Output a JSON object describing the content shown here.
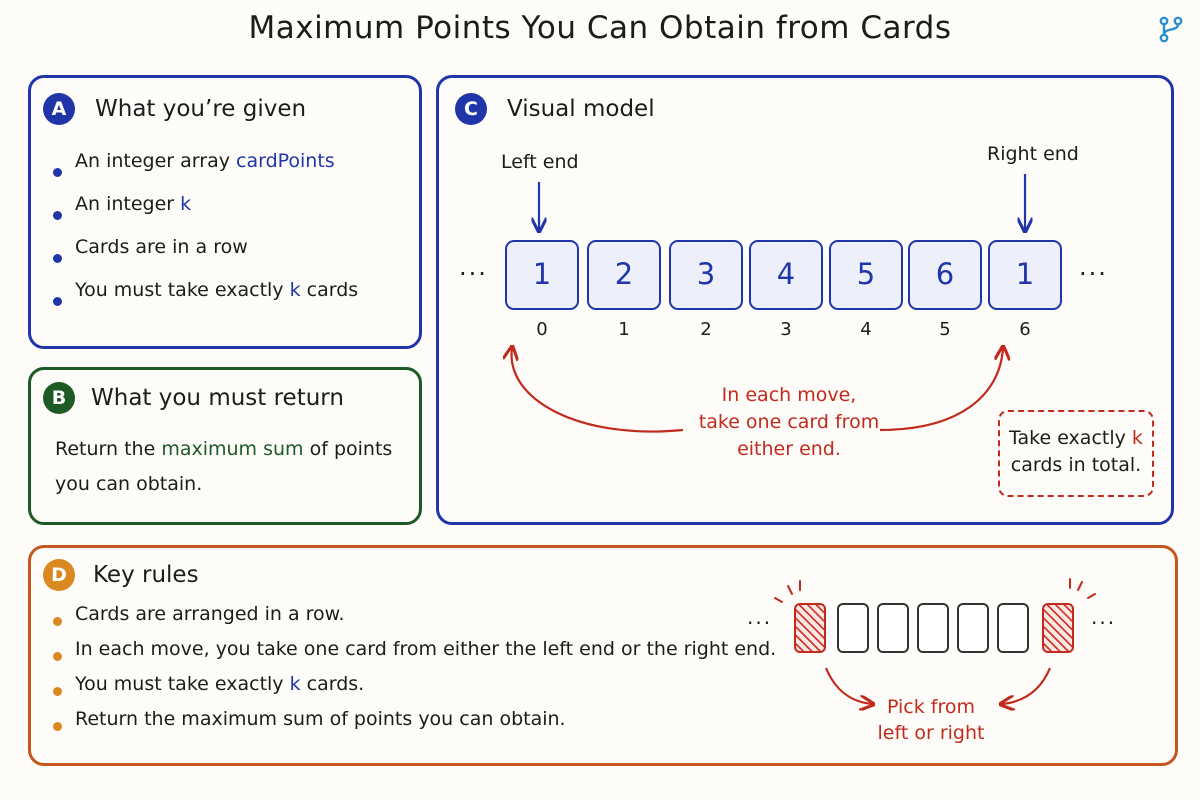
{
  "title": "Maximum Points You Can Obtain from Cards",
  "colors": {
    "blue": "#1f35a8",
    "green": "#1d5a26",
    "red": "#c12a1c",
    "orange": "#c4571d",
    "badge_orange": "#d9891f"
  },
  "panel_a": {
    "badge": "A",
    "title": "What you’re given",
    "items": [
      {
        "pre": "An integer array ",
        "em": "cardPoints",
        "post": ""
      },
      {
        "pre": "An integer ",
        "em": "k",
        "post": ""
      },
      {
        "pre": "Cards are in a row",
        "em": "",
        "post": ""
      },
      {
        "pre": "You must take exactly ",
        "em": "k",
        "post": " cards"
      }
    ]
  },
  "panel_b": {
    "badge": "B",
    "title": "What you must return",
    "text_pre": "Return the ",
    "text_em": "maximum sum",
    "text_post": " of points you can obtain."
  },
  "panel_c": {
    "badge": "C",
    "title": "Visual model",
    "left_label": "Left end",
    "right_label": "Right end",
    "ellipsis": "···",
    "cards": [
      "1",
      "2",
      "3",
      "4",
      "5",
      "6",
      "1"
    ],
    "indices": [
      "0",
      "1",
      "2",
      "3",
      "4",
      "5",
      "6"
    ],
    "move_note": [
      "In each move,",
      "take one card from",
      "either end."
    ],
    "total_pre": "Take exactly ",
    "total_em": "k",
    "total_post": "cards in total."
  },
  "panel_d": {
    "badge": "D",
    "title": "Key rules",
    "rules": [
      {
        "pre": "Cards are arranged in a row.",
        "em": "",
        "post": ""
      },
      {
        "pre": "In each move, you take one card from either the left end or the right end.",
        "em": "",
        "post": ""
      },
      {
        "pre": "You must take exactly ",
        "em": "k",
        "post": " cards."
      },
      {
        "pre": "Return the maximum sum of points you can obtain.",
        "em": "",
        "post": ""
      }
    ],
    "ellipsis": "···",
    "pick_note": [
      "Pick from",
      "left or right"
    ]
  }
}
